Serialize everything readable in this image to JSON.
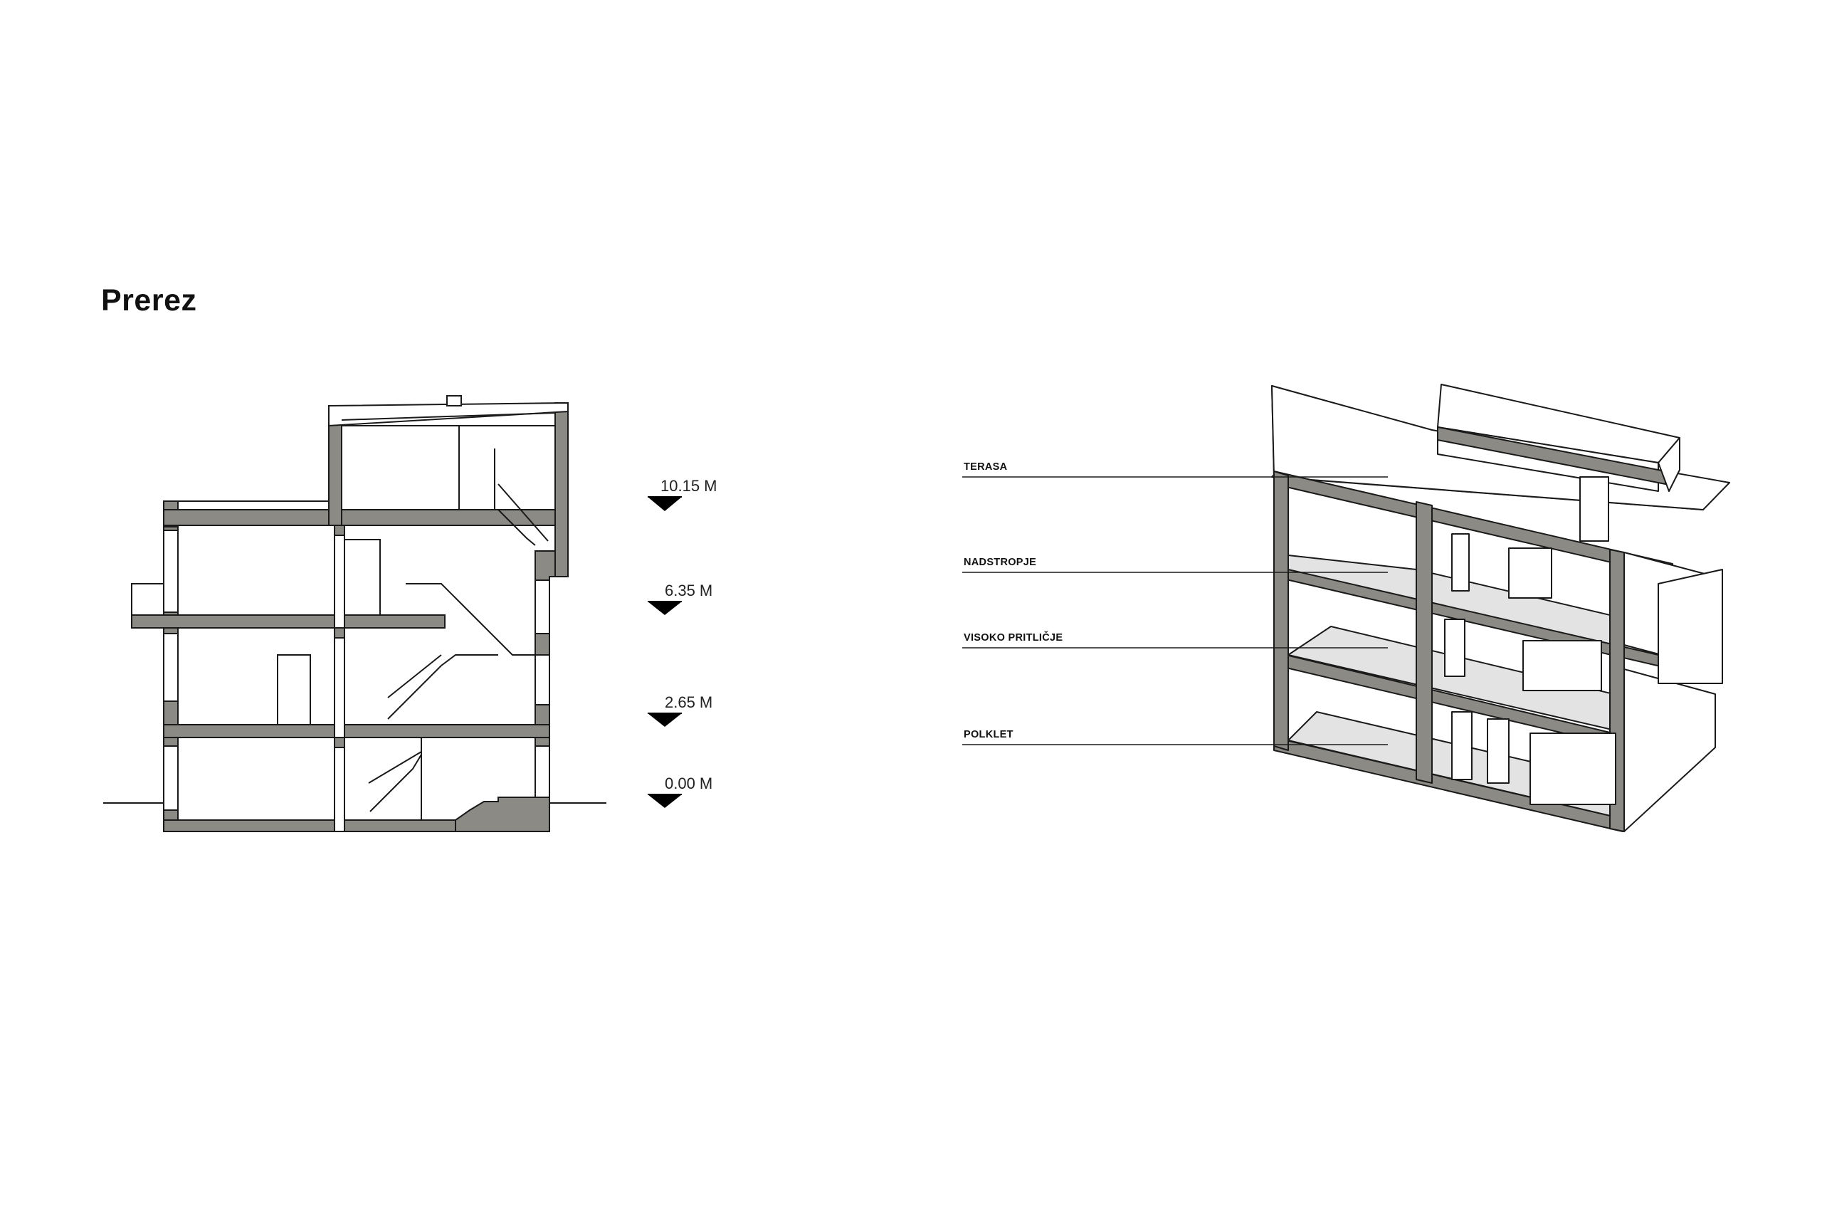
{
  "title": "Prerez",
  "section": {
    "levels": [
      "10.15 M",
      "6.35 M",
      "2.65 M",
      "0.00 M"
    ]
  },
  "axonometric": {
    "floors": [
      "TERASA",
      "NADSTROPJE",
      "VISOKO PRITLIČJE",
      "POLKLET"
    ]
  },
  "colors": {
    "wall_fill": "#8c8a85",
    "floor_fill": "#e3e3e3",
    "line": "#1a1a1a",
    "marker": "#000000"
  }
}
